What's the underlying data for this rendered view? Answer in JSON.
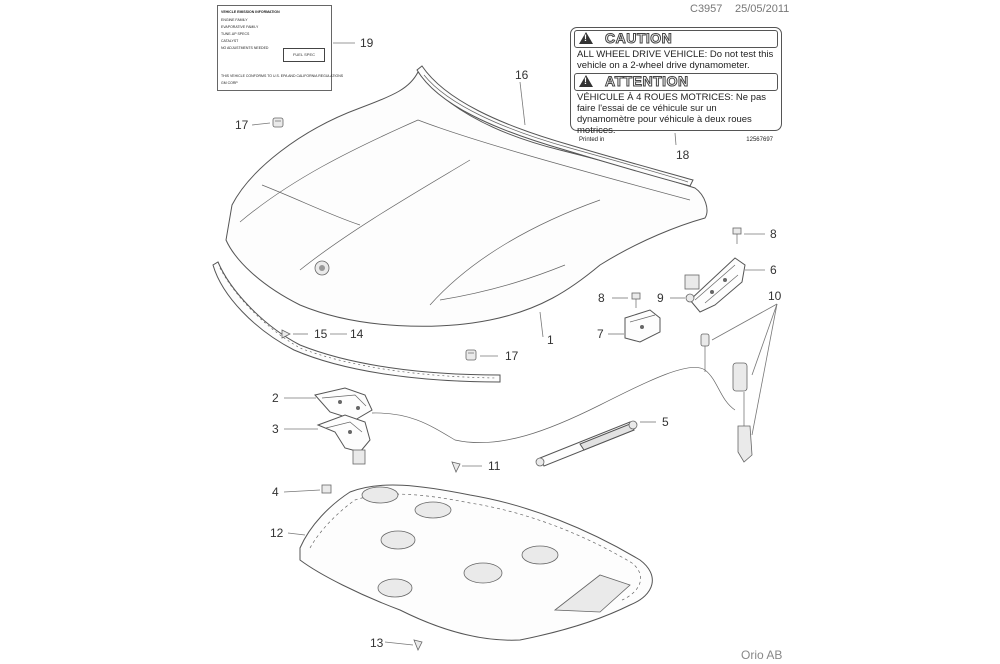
{
  "header": {
    "doc_id": "C3957",
    "date": "25/05/2011"
  },
  "footer": {
    "copyright": "Orio AB"
  },
  "caution_label": {
    "caution_title": "CAUTION",
    "caution_text": "ALL WHEEL DRIVE VEHICLE: Do not test this vehicle on a 2-wheel drive dynamometer.",
    "attention_title": "ATTENTION",
    "attention_text": "VÉHICULE À 4 ROUES MOTRICES: Ne pas faire l'essai de ce véhicule sur un dynamomètre pour véhicule à deux roues motrices.",
    "printed_in": "Printed in",
    "part_no": "12567697"
  },
  "info_label": {
    "rows": [
      "VEHICLE EMISSION INFORMATION",
      "ENGINE FAMILY",
      "EVAPORATIVE FAMILY",
      "TUNE-UP SPECS",
      "CATALYST",
      "NO ADJUSTMENTS NEEDED"
    ],
    "box": "FUEL SPEC",
    "bottom_rows": [
      "THIS VEHICLE CONFORMS TO U.S. EPA AND CALIFORNIA REGULATIONS",
      "GM CORP"
    ]
  },
  "callouts": {
    "c1": "1",
    "c2": "2",
    "c3": "3",
    "c4": "4",
    "c5": "5",
    "c6": "6",
    "c7": "7",
    "c8a": "8",
    "c8b": "8",
    "c9": "9",
    "c10": "10",
    "c11": "11",
    "c12": "12",
    "c13": "13",
    "c14": "14",
    "c15": "15",
    "c16": "16",
    "c17a": "17",
    "c17b": "17",
    "c18": "18",
    "c19": "19"
  }
}
